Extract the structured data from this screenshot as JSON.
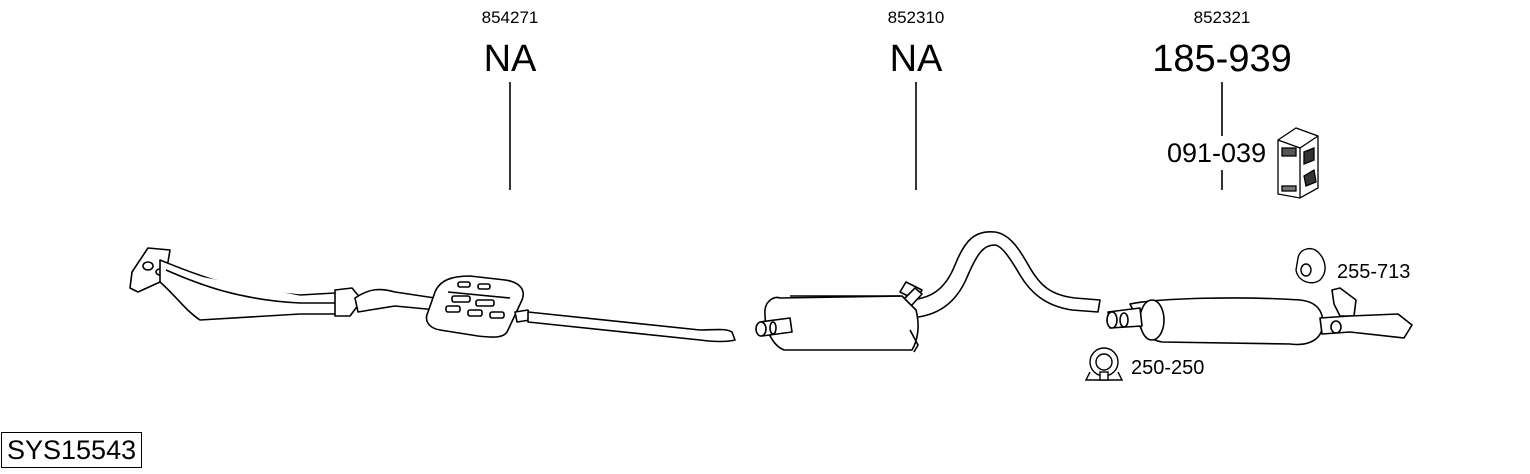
{
  "parts": [
    {
      "code": "854271",
      "ref": "NA"
    },
    {
      "code": "852310",
      "ref": "NA"
    },
    {
      "code": "852321",
      "ref": "185-939",
      "sub_ref": "091-039"
    }
  ],
  "accessories": [
    {
      "label": "255-713",
      "icon": "rubber-hanger-icon"
    },
    {
      "label": "250-250",
      "icon": "pipe-clamp-icon"
    }
  ],
  "kit_icon": "mounting-kit-box-icon",
  "system_id": "SYS15543"
}
